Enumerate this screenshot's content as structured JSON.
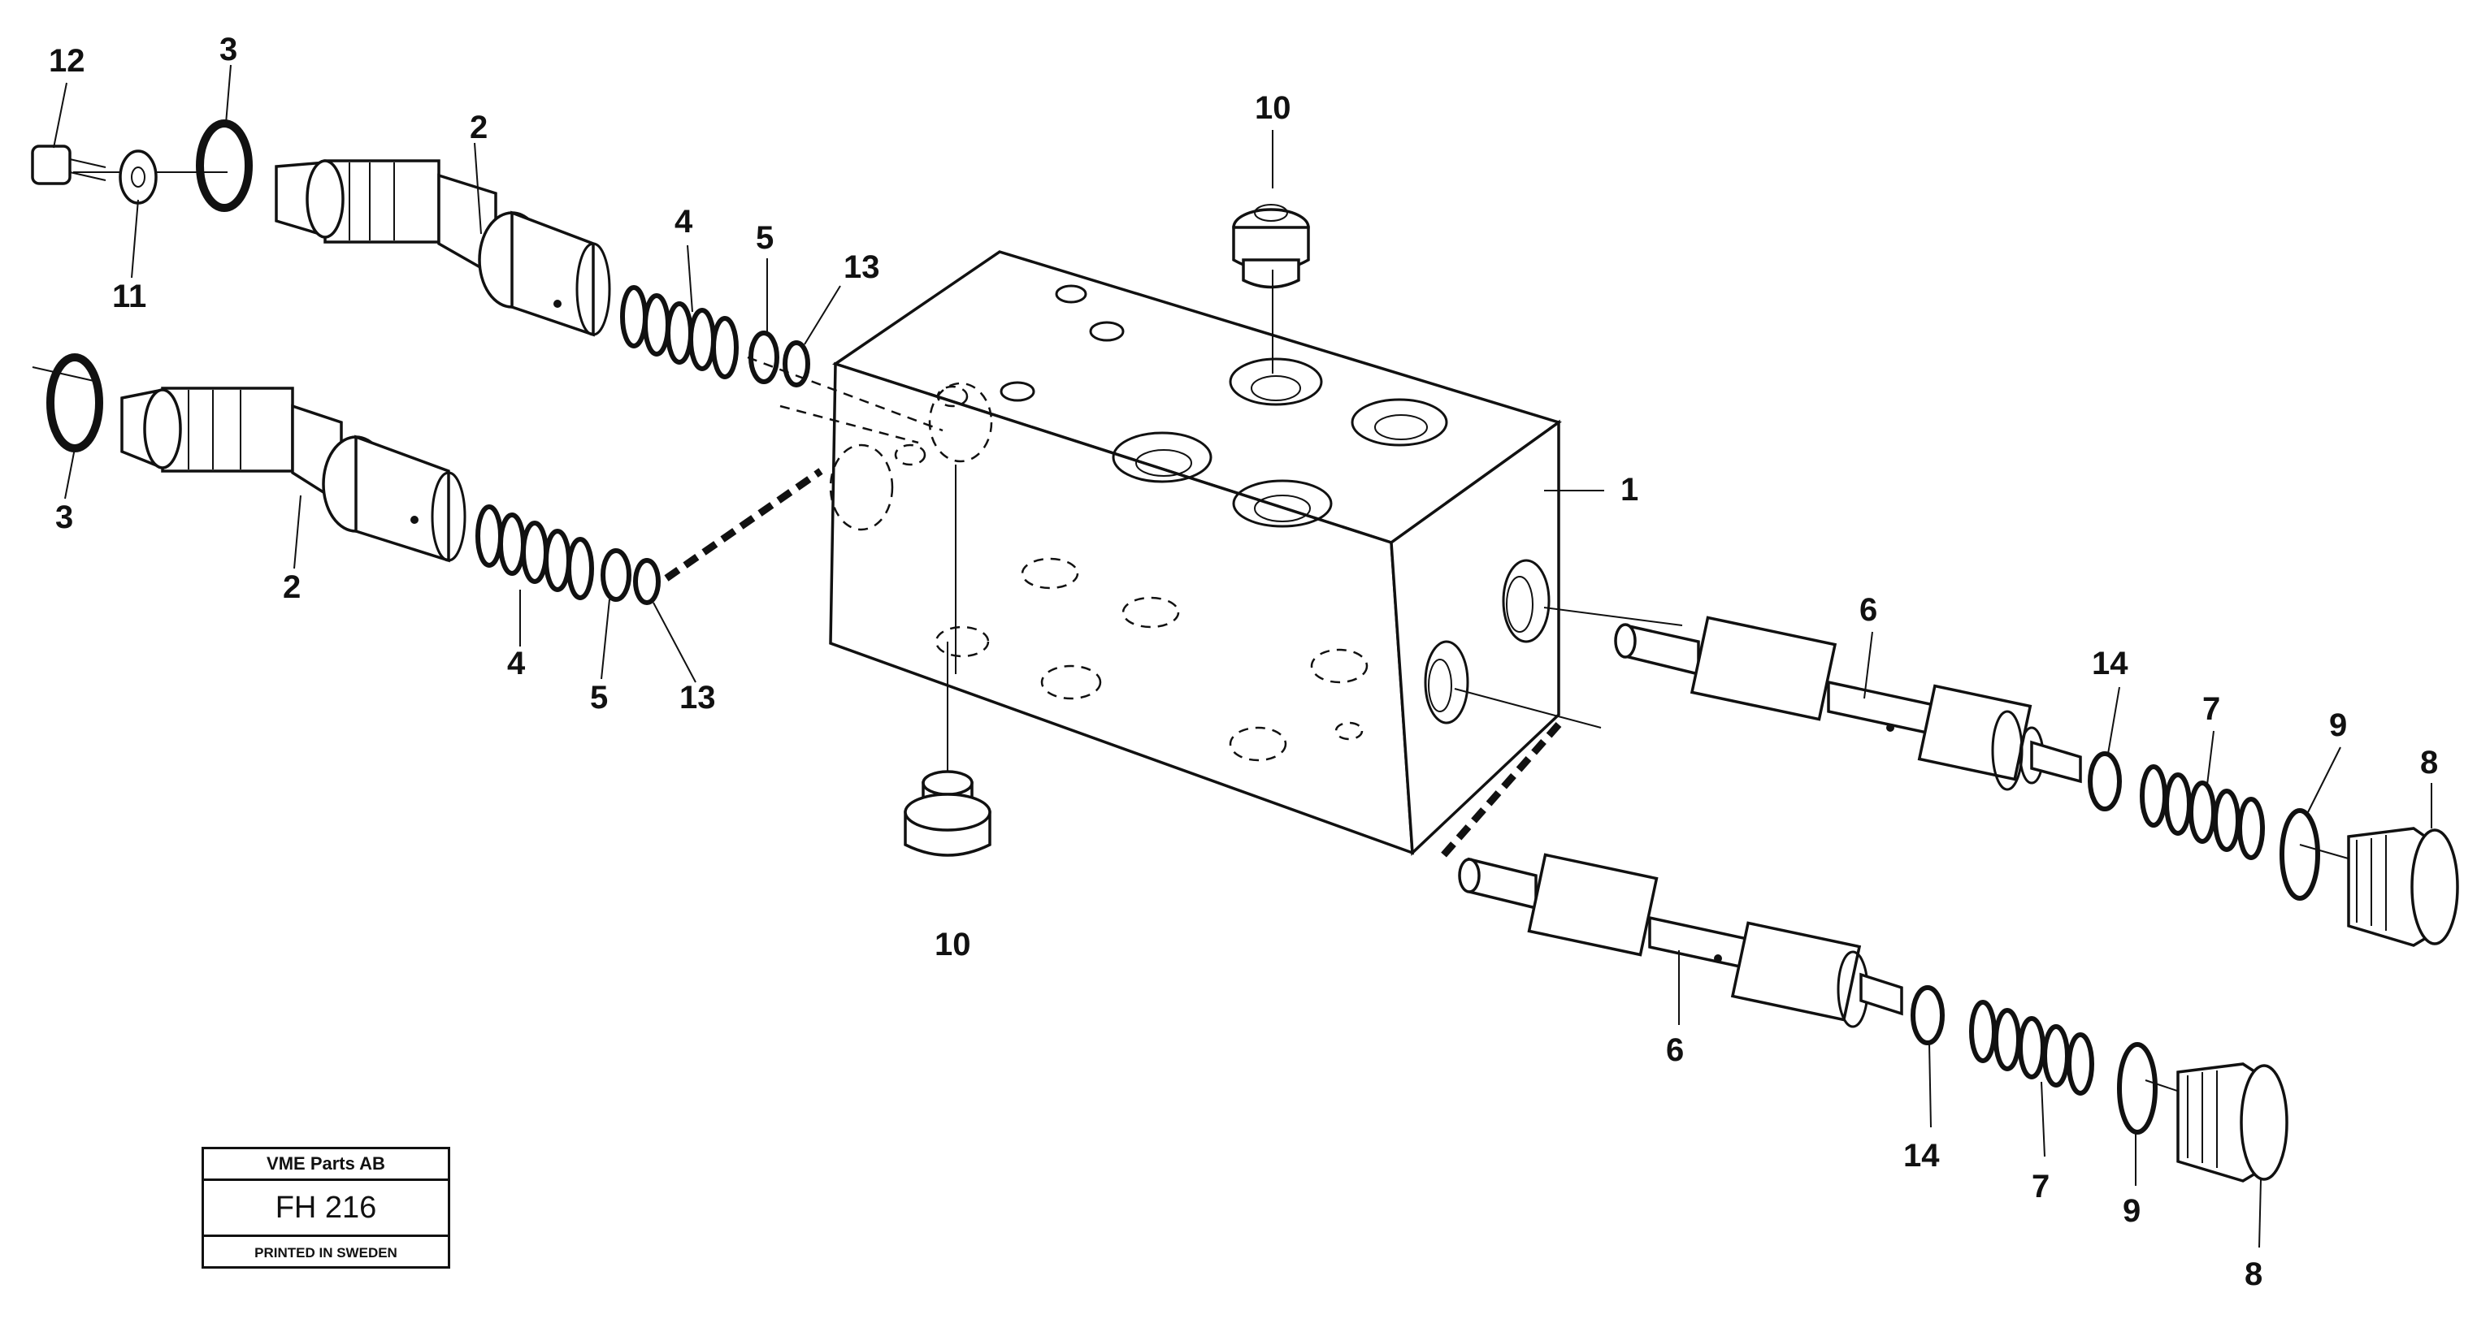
{
  "labels": {
    "block": "1",
    "cartridge": "2",
    "o_ring": "3",
    "spring_a": "4",
    "washer_a": "5",
    "valve_spool": "6",
    "spring_b": "7",
    "plug_large": "8",
    "o_ring_b": "9",
    "plug_small": "10",
    "washer_small": "11",
    "screw": "12",
    "ring_small": "13",
    "washer_b": "14"
  },
  "plate": {
    "company": "VME Parts AB",
    "code": "FH 216",
    "printed": "PRINTED IN SWEDEN"
  }
}
